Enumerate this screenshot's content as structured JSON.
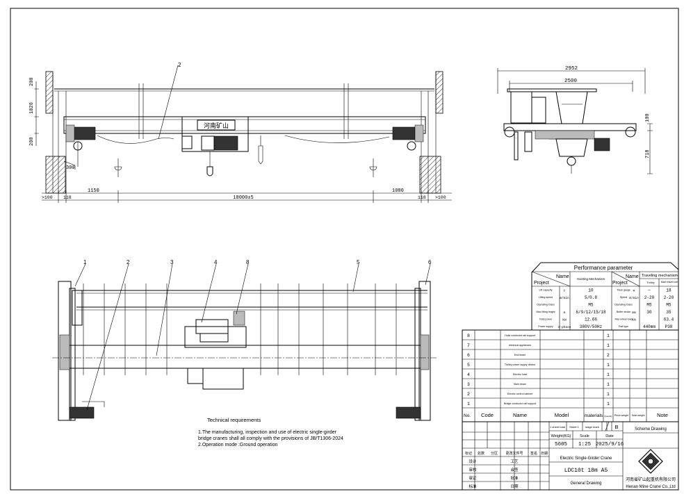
{
  "front_view": {
    "part_tag": "2",
    "dims": {
      "upper_200": "200",
      "height_1820": "1820",
      "lower_200": "200",
      "offset_300": "300",
      "left_1150": "1150",
      "right_1080": "1080",
      "span": "18000±5",
      "left_118": "118",
      "right_118": "118",
      "left_100": ">100",
      "right_100": ">100"
    },
    "hoist_label": "河南矿山"
  },
  "side_view": {
    "dims": {
      "width_2952": "2952",
      "width_2500": "2500",
      "height_718": "718",
      "height_100": "100"
    }
  },
  "plan_view": {
    "part_tags": [
      "1",
      "2",
      "3",
      "4",
      "8",
      "5",
      "6"
    ]
  },
  "performance": {
    "title": "Performance parameter",
    "corner_name": "Name",
    "corner_project": "Project",
    "hoisting_header": "Hoisting Mechanism",
    "traveling_header": "Traveling mechanism",
    "trolley": "Trolley",
    "main_travel": "Main travel unit",
    "rows": [
      {
        "p1": "Lift capacity",
        "u1": "t",
        "v1": "10",
        "p2": "Track gauge",
        "u2": "m",
        "v2a": "—",
        "v2b": "18"
      },
      {
        "p1": "Lifting speed",
        "u1": "m/min",
        "v1": "5/0.8",
        "p2": "Speed",
        "u2": "m/min",
        "v2a": "2-20",
        "v2b": "2-20"
      },
      {
        "p1": "Operating Class",
        "u1": "",
        "v1": "M5",
        "p2": "Operating Class",
        "u2": "",
        "v2a": "M5",
        "v2b": "M5"
      },
      {
        "p1": "Max lifting height",
        "u1": "m",
        "v1": "6/9/12/15/18",
        "p2": "Buffer stroke",
        "u2": "mm",
        "v2a": "30",
        "v2b": "35"
      },
      {
        "p1": "Total power",
        "u1": "KW",
        "v1": "12.66",
        "p2": "Max wheel load",
        "u2": "KN",
        "v2a": "",
        "v2b": "63.4"
      },
      {
        "p1": "Power supply",
        "u1": "3-phase",
        "v1": "380V/50Hz",
        "p2": "Rail type",
        "u2": "",
        "v2a": "440mm",
        "v2b": "P38"
      }
    ]
  },
  "parts": {
    "rows": [
      {
        "no": "8",
        "name": "Hoist conductor rail support",
        "qty": "1"
      },
      {
        "no": "7",
        "name": "electrical appliances",
        "qty": "1"
      },
      {
        "no": "6",
        "name": "End beam",
        "qty": "2"
      },
      {
        "no": "5",
        "name": "Trolley power supply device",
        "qty": "1"
      },
      {
        "no": "4",
        "name": "Electric hoist",
        "qty": "1"
      },
      {
        "no": "3",
        "name": "Main beam",
        "qty": "1"
      },
      {
        "no": "2",
        "name": "Electric control cabinet",
        "qty": "1"
      },
      {
        "no": "1",
        "name": "Bridge conductor rail support",
        "qty": "1"
      }
    ],
    "header": {
      "no": "No.",
      "code": "Code",
      "name": "Name",
      "model": "Model",
      "materials": "materials",
      "qty": "Quantity",
      "piece_weight": "Piece weight",
      "total_weight": "Total weight",
      "note": "Note"
    }
  },
  "title_block": {
    "sheets": "1 sheet total",
    "sheet": "Sheet 1",
    "stage_mark": "stage mark",
    "mark_b": "B",
    "scheme": "Scheme Drawing",
    "weight_label": "Weight(KG)",
    "scale_label": "Scale",
    "date_label": "Date",
    "weight": "5605",
    "scale": "1:25",
    "date": "2025/9/16",
    "sig_headers": [
      "标记",
      "处数",
      "分区",
      "更改文件号",
      "签名",
      "日期"
    ],
    "roles": [
      {
        "left": "设计",
        "right": "工艺"
      },
      {
        "left": "审核",
        "right": "会签"
      },
      {
        "left": "审定",
        "right": "批准"
      },
      {
        "left": "标准",
        "right": "日期"
      }
    ],
    "product": "Electric Single-Girder Crane",
    "model": "LDC10t 18m A5",
    "drawing": "General Drawing",
    "company_cn": "河南省矿山起重机有限公司",
    "company_en": "Henan Mine Crane Co.,Ltd"
  },
  "tech": {
    "title": "Technical requirements",
    "line1": "1.The manufacturing, inspection and use of electric single-girder",
    "line2": "bridge cranes shall all comply with the provisions of JB/T1306-2024",
    "line3": "2.Operation mode :Ground operation"
  }
}
